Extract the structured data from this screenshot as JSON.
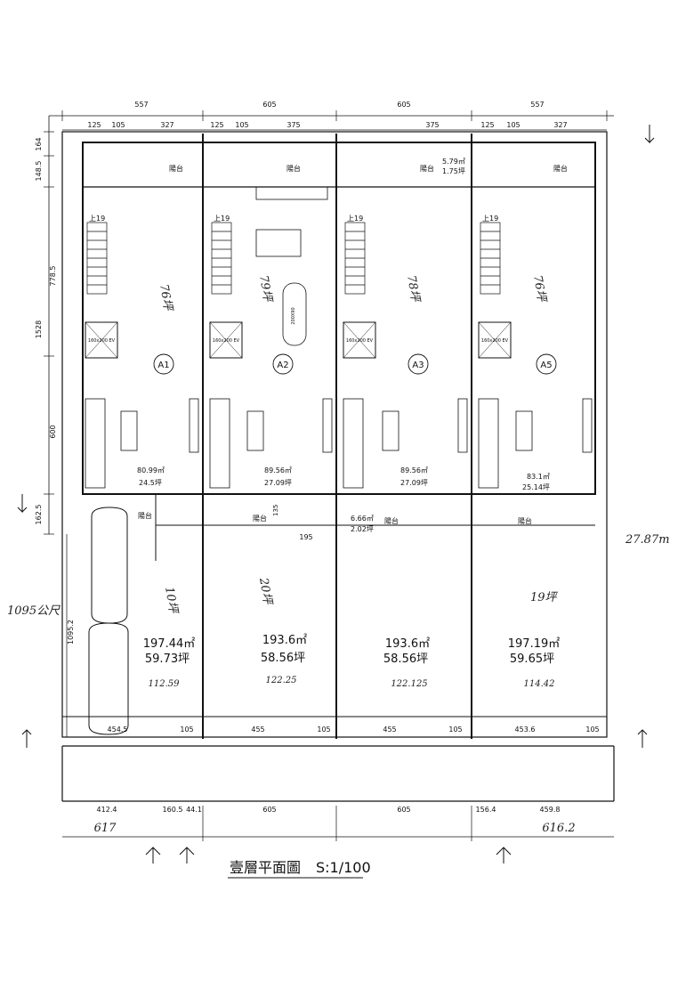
{
  "title": "壹層平面圖",
  "scale": "S:1/100",
  "top_dims": [
    "557",
    "605",
    "605",
    "557"
  ],
  "sub_dims": [
    [
      "125",
      "105",
      "327"
    ],
    [
      "125",
      "105",
      "375"
    ],
    [
      "375"
    ],
    [
      "125",
      "105",
      "327"
    ]
  ],
  "left_dims": [
    "164",
    "148.5",
    "778.5",
    "1528",
    "600",
    "162.5",
    "1095.2"
  ],
  "balcony_label": "陽台",
  "stair_label": "上19",
  "elevator_label": "160x200 EV",
  "table_label": "200X90",
  "units": [
    {
      "id": "A1",
      "area": "80.99㎡",
      "ping": "24.5坪"
    },
    {
      "id": "A2",
      "area": "89.56㎡",
      "ping": "27.09坪"
    },
    {
      "id": "A3",
      "area": "89.56㎡",
      "ping": "27.09坪"
    },
    {
      "id": "A5",
      "area": "83.1㎡",
      "ping": "25.14坪"
    }
  ],
  "balcony_notes": [
    {
      "area": "5.79㎡",
      "ping": "1.75坪"
    },
    {
      "area": "6.66㎡",
      "ping": "2.02坪"
    }
  ],
  "lower_units": [
    {
      "area": "197.44㎡",
      "ping": "59.73坪",
      "note": "112.59"
    },
    {
      "area": "193.6㎡",
      "ping": "58.56坪",
      "note": "122.25"
    },
    {
      "area": "193.6㎡",
      "ping": "58.56坪",
      "note": "122.125"
    },
    {
      "area": "197.19㎡",
      "ping": "59.65坪",
      "note": "114.42"
    }
  ],
  "mid_dims": [
    "135",
    "195"
  ],
  "front_dims": [
    "454.5",
    "105",
    "455",
    "105",
    "455",
    "105",
    "453.6",
    "105"
  ],
  "bottom_dims": [
    "412.4",
    "160.5",
    "44.1",
    "605",
    "605",
    "156.4",
    "459.8"
  ],
  "bottom_notes": [
    "617",
    "616.2"
  ],
  "side_notes": {
    "left": "1095公尺",
    "right": "27.87m"
  },
  "handwritten": [
    "76坪",
    "79坪",
    "78坪",
    "76坪",
    "10坪",
    "20坪",
    "19坪"
  ]
}
